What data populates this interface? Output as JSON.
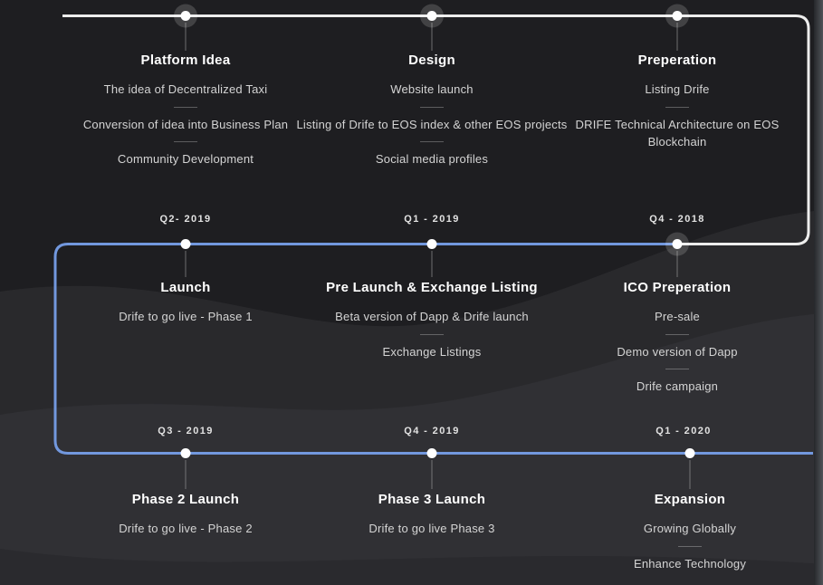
{
  "page": {
    "title": "DRIFE Roadmap Timeline"
  },
  "colors": {
    "accent_blue": "#7298de",
    "line_white": "#ededed",
    "background_dark": "#1e1e21",
    "dot_white": "#ffffff"
  },
  "rows": [
    {
      "name": "row-1",
      "line_color": "white",
      "milestones": [
        {
          "title": "Platform Idea",
          "items": [
            "The idea of Decentralized Taxi",
            "Conversion of idea into Business Plan",
            "Community Development"
          ]
        },
        {
          "title": "Design",
          "items": [
            "Website launch",
            "Listing of Drife to EOS index & other EOS projects",
            "Social media profiles"
          ]
        },
        {
          "title": "Preperation",
          "items": [
            "Listing Drife",
            "DRIFE Technical Architecture on EOS Blockchain"
          ]
        }
      ],
      "quarters": [
        "Q2- 2019",
        "Q1 - 2019",
        "Q4 - 2018"
      ]
    },
    {
      "name": "row-2",
      "line_color": "blue",
      "milestones": [
        {
          "title": "Launch",
          "items": [
            "Drife to go live - Phase 1"
          ]
        },
        {
          "title": "Pre Launch & Exchange Listing",
          "items": [
            "Beta version of Dapp & Drife launch",
            "Exchange Listings"
          ]
        },
        {
          "title": "ICO Preperation",
          "items": [
            "Pre-sale",
            "Demo version of Dapp",
            "Drife campaign"
          ]
        }
      ],
      "quarters": [
        "Q3 - 2019",
        "Q4 - 2019",
        "Q1 - 2020"
      ]
    },
    {
      "name": "row-3",
      "line_color": "blue",
      "milestones": [
        {
          "title": "Phase 2 Launch",
          "items": [
            "Drife to go live - Phase 2"
          ]
        },
        {
          "title": "Phase 3 Launch",
          "items": [
            "Drife to go live Phase 3"
          ]
        },
        {
          "title": "Expansion",
          "items": [
            "Growing Globally",
            "Enhance Technology"
          ]
        }
      ],
      "quarters": []
    }
  ]
}
